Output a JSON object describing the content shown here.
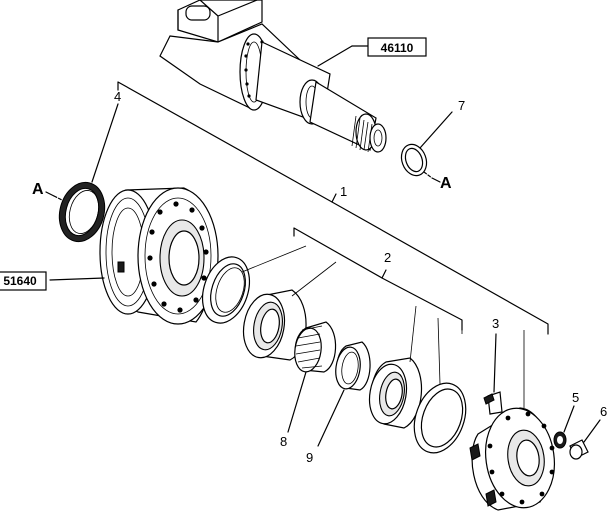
{
  "callouts": {
    "c1": "1",
    "c2": "2",
    "c3": "3",
    "c4": "4",
    "c5": "5",
    "c6": "6",
    "c7": "7",
    "c8": "8",
    "c9": "9"
  },
  "references": {
    "axle_ref": "46110",
    "drum_ref": "51640"
  },
  "section_marks": {
    "left": "A",
    "right": "A"
  }
}
